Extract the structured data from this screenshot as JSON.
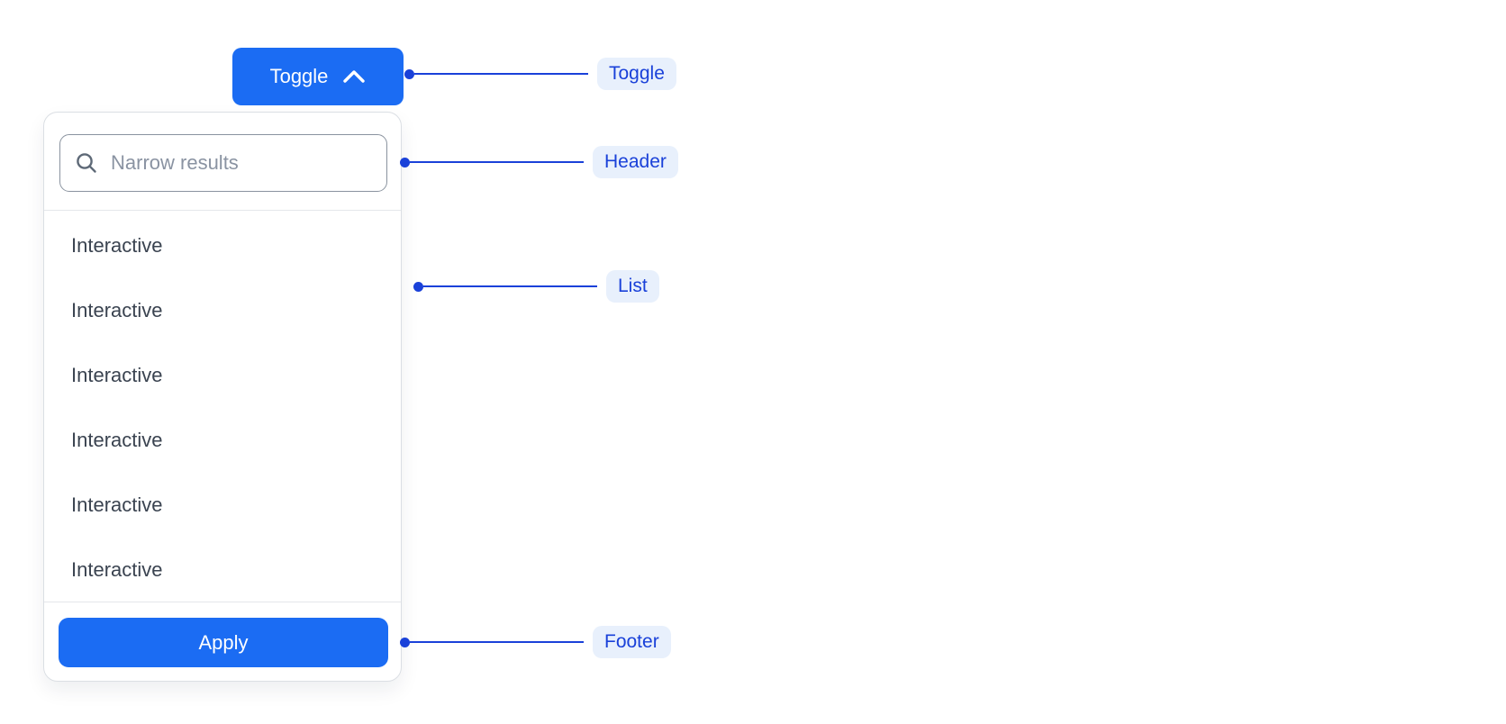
{
  "component": {
    "toggle": {
      "label": "Toggle",
      "icon": "chevron-up-icon"
    },
    "header": {
      "search_placeholder": "Narrow results",
      "icon": "search-icon"
    },
    "list": {
      "items": [
        "Interactive",
        "Interactive",
        "Interactive",
        "Interactive",
        "Interactive",
        "Interactive"
      ]
    },
    "footer": {
      "apply_label": "Apply"
    }
  },
  "annotations": [
    {
      "target": "toggle",
      "label": "Toggle"
    },
    {
      "target": "header",
      "label": "Header"
    },
    {
      "target": "list",
      "label": "List"
    },
    {
      "target": "footer",
      "label": "Footer"
    }
  ],
  "colors": {
    "primary_blue": "#1B6CF3",
    "annotation_blue": "#1A41D9",
    "annotation_pill_bg": "#E8F0FC",
    "item_text": "#3A4350",
    "placeholder_text": "#8A93A2",
    "input_border": "#8A939F",
    "panel_border": "#DBDFE4"
  }
}
